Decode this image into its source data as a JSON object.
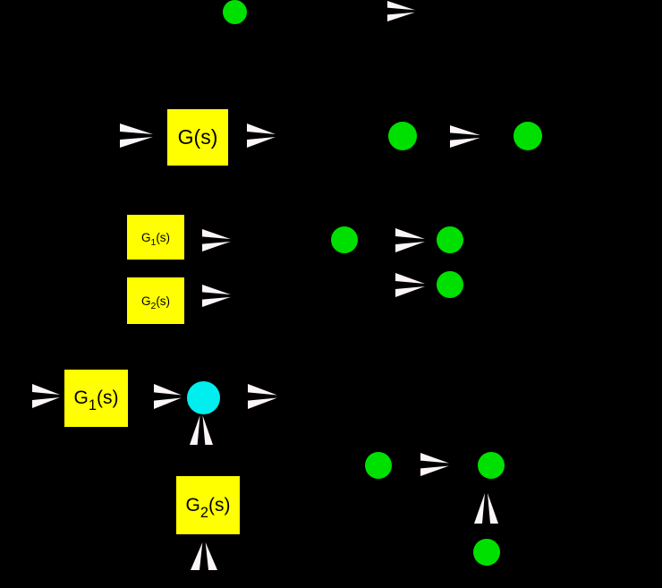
{
  "colors": {
    "background": "#000000",
    "block_fill": "#ffff00",
    "block_text": "#000000",
    "node_fill": "#00e000",
    "junction_fill": "#00eeee",
    "arrow_fill": "#fbf5fa"
  },
  "blocks": {
    "g": {
      "base": "G",
      "sub": "",
      "rest": "(s)"
    },
    "g1_small": {
      "base": "G",
      "sub": "1",
      "rest": "(s)"
    },
    "g2_small": {
      "base": "G",
      "sub": "2",
      "rest": "(s)"
    },
    "g1_large": {
      "base": "G",
      "sub": "1",
      "rest": "(s)"
    },
    "g2_large": {
      "base": "G",
      "sub": "2",
      "rest": "(s)"
    }
  }
}
